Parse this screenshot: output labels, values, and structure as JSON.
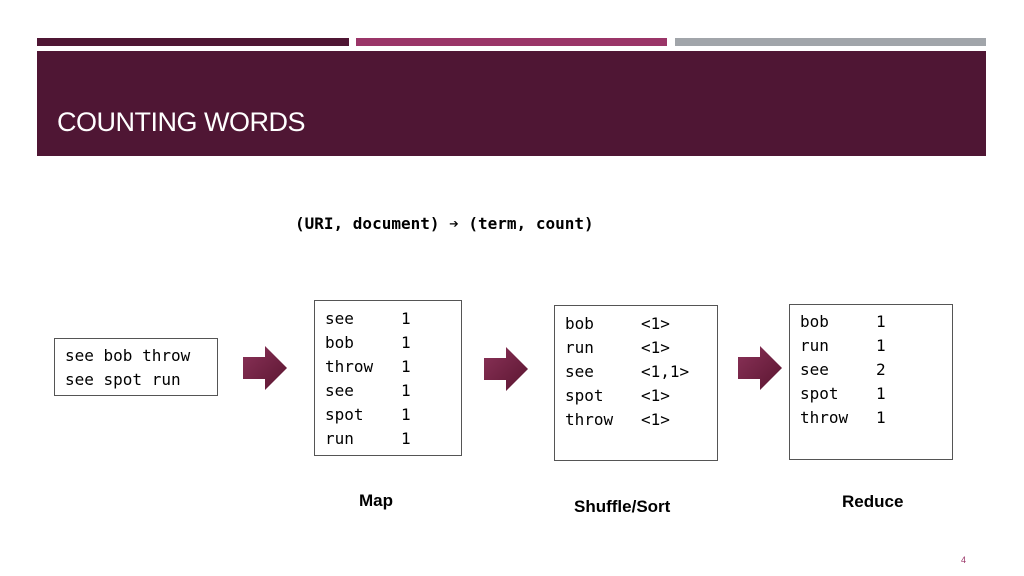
{
  "slide": {
    "title": "COUNTING WORDS",
    "formula": "(URI, document) ➔ (term, count)",
    "page_number": "4"
  },
  "input": {
    "lines": [
      "see bob throw",
      "see spot run"
    ]
  },
  "map": {
    "label": "Map",
    "rows": [
      {
        "term": "see",
        "value": "1"
      },
      {
        "term": "bob",
        "value": "1"
      },
      {
        "term": "throw",
        "value": "1"
      },
      {
        "term": "see",
        "value": "1"
      },
      {
        "term": "spot",
        "value": "1"
      },
      {
        "term": "run",
        "value": "1"
      }
    ]
  },
  "shuffle": {
    "label": "Shuffle/Sort",
    "rows": [
      {
        "term": "bob",
        "value": "<1>"
      },
      {
        "term": "run",
        "value": "<1>"
      },
      {
        "term": "see",
        "value": "<1,1>"
      },
      {
        "term": "spot",
        "value": "<1>"
      },
      {
        "term": "throw",
        "value": "<1>"
      }
    ]
  },
  "reduce": {
    "label": "Reduce",
    "rows": [
      {
        "term": "bob",
        "value": "1"
      },
      {
        "term": "run",
        "value": "1"
      },
      {
        "term": "see",
        "value": "2"
      },
      {
        "term": "spot",
        "value": "1"
      },
      {
        "term": "throw",
        "value": "1"
      }
    ]
  },
  "colors": {
    "header": "#4f1634",
    "accent": "#9a3568",
    "gray": "#a1a5aa",
    "arrow": "#6b1f3f"
  }
}
